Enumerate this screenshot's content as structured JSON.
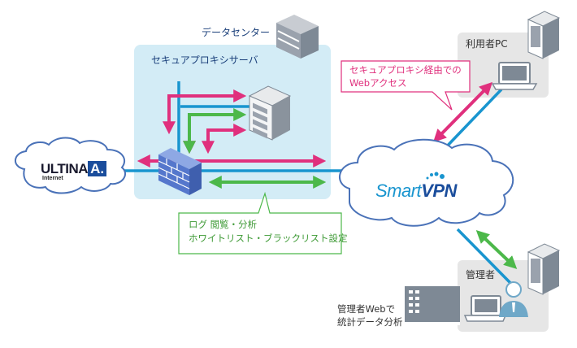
{
  "colors": {
    "proxy_zone_bg": "#d3ecf6",
    "network_line": "#1995cf",
    "pink_arrow": "#e0307d",
    "green_arrow": "#4cb84a",
    "cloud_stroke": "#4a72b8",
    "firewall": "#5577cc",
    "client_box_bg": "#e6e6e6",
    "device_gray": "#7e8995"
  },
  "labels": {
    "datacenter": "データセンター",
    "proxy_server": "セキュアプロキシサーバ",
    "user_pc": "利用者PC",
    "admin": "管理者",
    "admin_web_line1": "管理者Webで",
    "admin_web_line2": "統計データ分析"
  },
  "callouts": {
    "web_access_line1": "セキュアプロキシ経由での",
    "web_access_line2": "Webアクセス",
    "log_line1": "ログ 閲覧・分析",
    "log_line2": "ホワイトリスト・ブラックリスト設定"
  },
  "clouds": {
    "internet_brand": "ULTINA",
    "internet_brand_mark": "A.",
    "internet_sub": "Internet",
    "vpn_brand_part1": "Smart",
    "vpn_brand_part2": "VPN"
  },
  "icons": [
    "datacenter-server-rack-icon",
    "proxy-server-icon",
    "firewall-icon",
    "building-icon",
    "laptop-icon",
    "admin-person-icon",
    "admin-dashboard-icon"
  ]
}
